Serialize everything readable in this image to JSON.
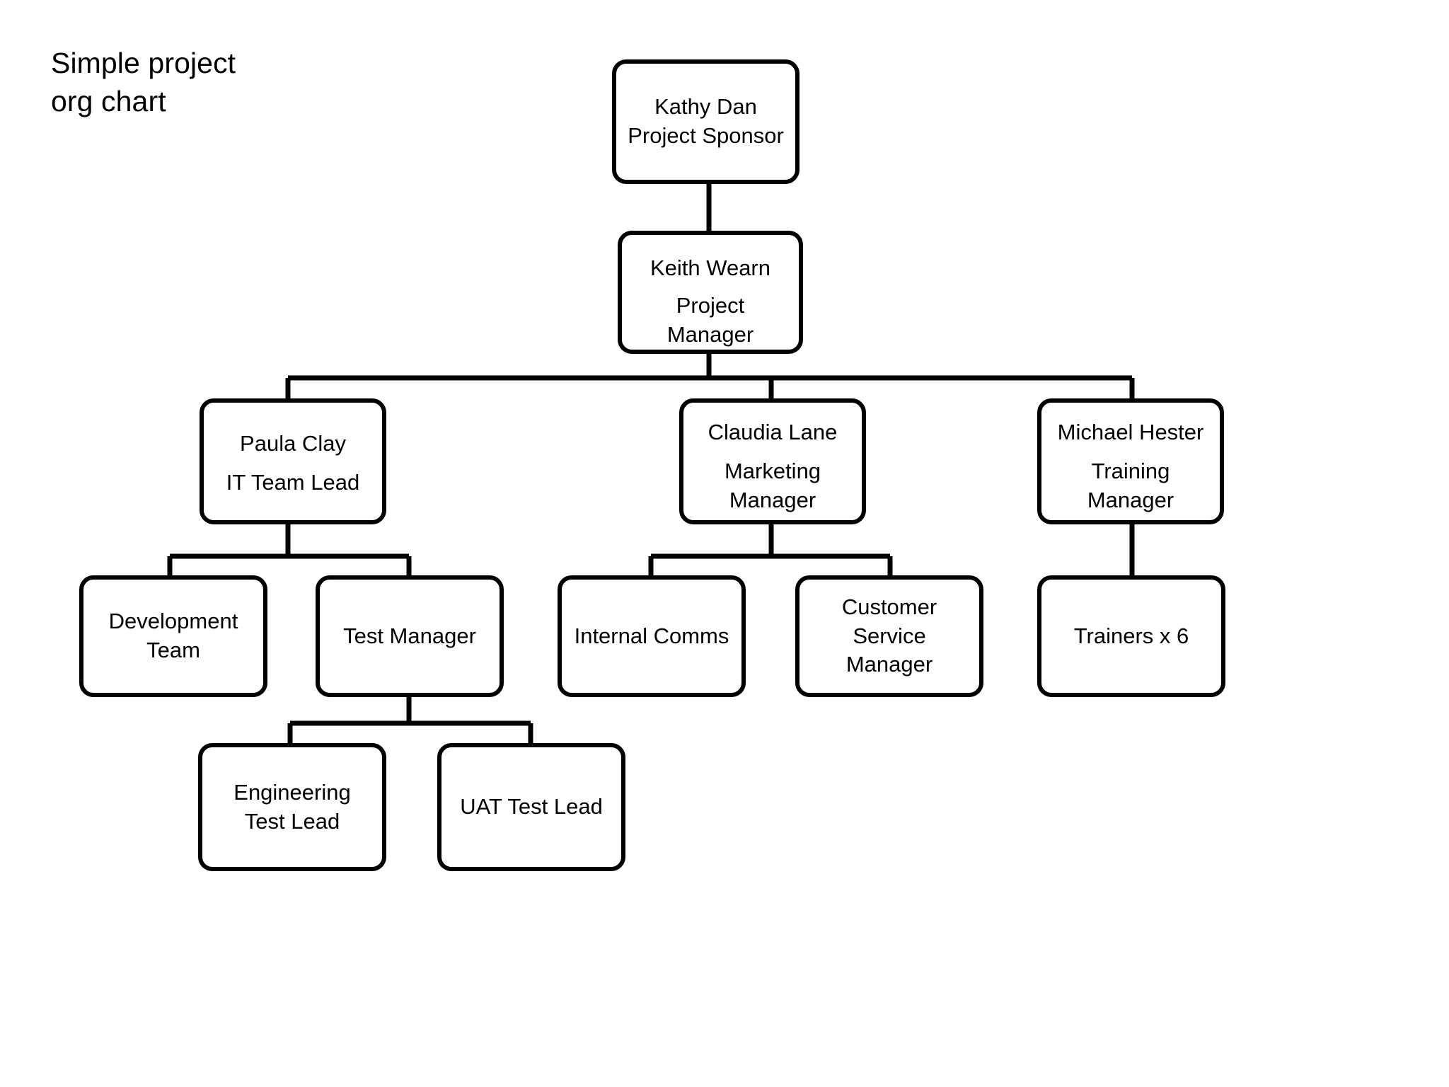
{
  "title": {
    "line1": "Simple project",
    "line2": "org chart"
  },
  "colors": {
    "box_border": "#000000",
    "box_fill": "#ffffff",
    "connector": "#000000",
    "text": "#000000",
    "background": "#ffffff"
  },
  "chart_data": {
    "type": "diagram",
    "subtype": "org-chart",
    "title": "Simple project org chart",
    "orientation": "top-down",
    "node_shape": "rounded-rectangle",
    "nodes": [
      {
        "id": "kathy-dan",
        "lines": [
          "Kathy Dan",
          "Project Sponsor"
        ],
        "level": 0,
        "parent": null
      },
      {
        "id": "keith-wearn",
        "lines": [
          "Keith Wearn",
          "Project",
          "Manager"
        ],
        "level": 1,
        "parent": "kathy-dan"
      },
      {
        "id": "paula-clay",
        "lines": [
          "Paula Clay",
          "IT Team Lead"
        ],
        "level": 2,
        "parent": "keith-wearn"
      },
      {
        "id": "claudia-lane",
        "lines": [
          "Claudia Lane",
          "Marketing",
          "Manager"
        ],
        "level": 2,
        "parent": "keith-wearn"
      },
      {
        "id": "michael-hester",
        "lines": [
          "Michael Hester",
          "Training",
          "Manager"
        ],
        "level": 2,
        "parent": "keith-wearn"
      },
      {
        "id": "development-team",
        "lines": [
          "Development",
          "Team"
        ],
        "level": 3,
        "parent": "paula-clay"
      },
      {
        "id": "test-manager",
        "lines": [
          "Test Manager"
        ],
        "level": 3,
        "parent": "paula-clay"
      },
      {
        "id": "internal-comms",
        "lines": [
          "Internal Comms"
        ],
        "level": 3,
        "parent": "claudia-lane"
      },
      {
        "id": "customer-service-manager",
        "lines": [
          "Customer",
          "Service",
          "Manager"
        ],
        "level": 3,
        "parent": "claudia-lane"
      },
      {
        "id": "trainers",
        "lines": [
          "Trainers x 6"
        ],
        "level": 3,
        "parent": "michael-hester"
      },
      {
        "id": "engineering-test-lead",
        "lines": [
          "Engineering",
          "Test Lead"
        ],
        "level": 4,
        "parent": "test-manager"
      },
      {
        "id": "uat-test-lead",
        "lines": [
          "UAT Test Lead"
        ],
        "level": 4,
        "parent": "test-manager"
      }
    ],
    "edges": [
      {
        "from": "kathy-dan",
        "to": "keith-wearn"
      },
      {
        "from": "keith-wearn",
        "to": "paula-clay"
      },
      {
        "from": "keith-wearn",
        "to": "claudia-lane"
      },
      {
        "from": "keith-wearn",
        "to": "michael-hester"
      },
      {
        "from": "paula-clay",
        "to": "development-team"
      },
      {
        "from": "paula-clay",
        "to": "test-manager"
      },
      {
        "from": "claudia-lane",
        "to": "internal-comms"
      },
      {
        "from": "claudia-lane",
        "to": "customer-service-manager"
      },
      {
        "from": "michael-hester",
        "to": "trainers"
      },
      {
        "from": "test-manager",
        "to": "engineering-test-lead"
      },
      {
        "from": "test-manager",
        "to": "uat-test-lead"
      }
    ]
  },
  "nodes": {
    "kathy_dan": {
      "l1": "Kathy Dan",
      "l2": "Project Sponsor"
    },
    "keith_wearn": {
      "l1": "Keith Wearn",
      "l2": "Project",
      "l3": "Manager"
    },
    "paula_clay": {
      "l1": "Paula Clay",
      "l2": "IT Team Lead"
    },
    "claudia_lane": {
      "l1": "Claudia Lane",
      "l2": "Marketing",
      "l3": "Manager"
    },
    "michael_hester": {
      "l1": "Michael Hester",
      "l2": "Training",
      "l3": "Manager"
    },
    "development_team": {
      "l1": "Development",
      "l2": "Team"
    },
    "test_manager": {
      "l1": "Test Manager"
    },
    "internal_comms": {
      "l1": "Internal Comms"
    },
    "customer_service": {
      "l1": "Customer",
      "l2": "Service",
      "l3": "Manager"
    },
    "trainers": {
      "l1": "Trainers x 6"
    },
    "engineering_test_lead": {
      "l1": "Engineering",
      "l2": "Test Lead"
    },
    "uat_test_lead": {
      "l1": "UAT Test Lead"
    }
  }
}
